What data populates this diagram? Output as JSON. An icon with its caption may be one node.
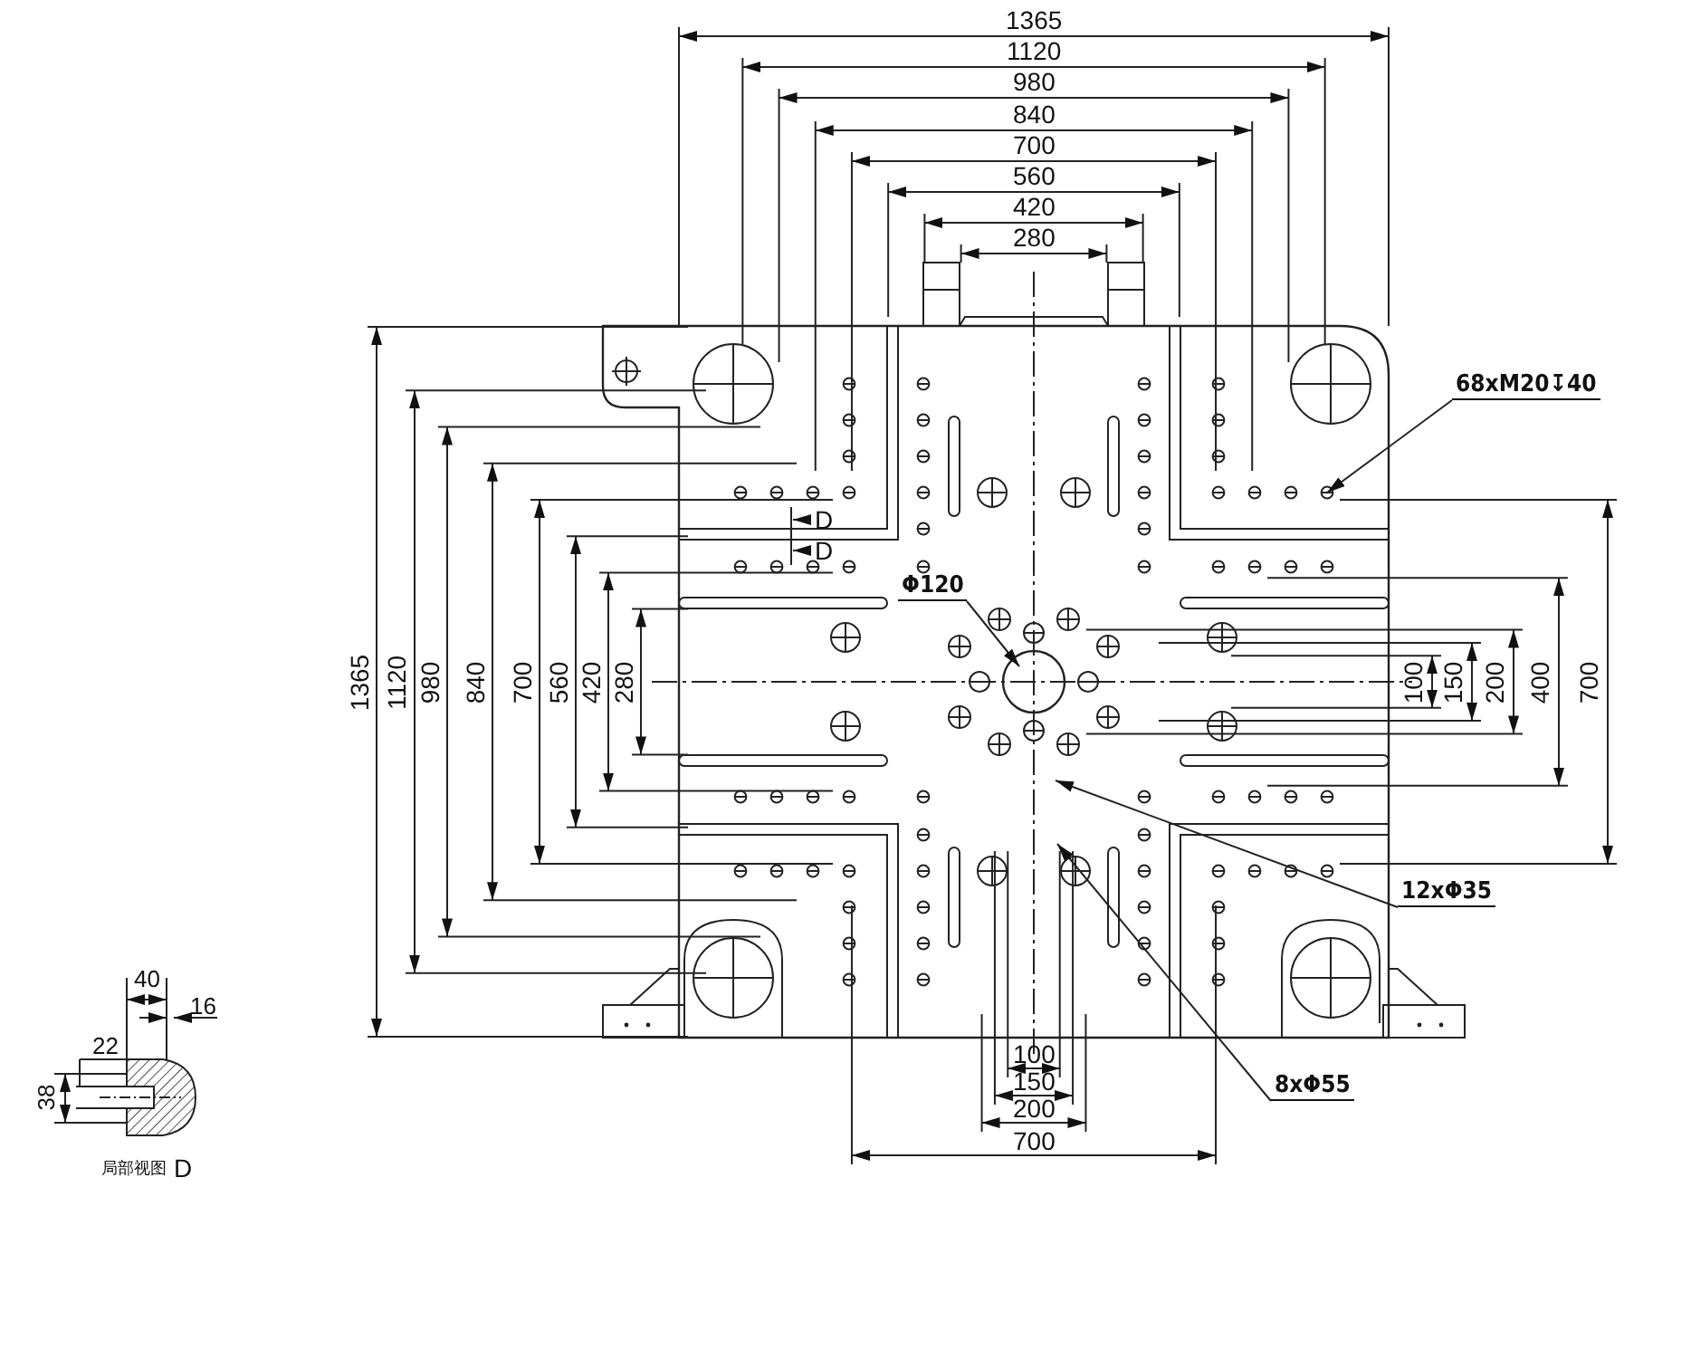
{
  "diagram": {
    "nodes": [
      {
        "text": [
          "68xM20↧40"
        ]
      },
      {
        "text": [
          "Φ120"
        ]
      },
      {
        "text": [
          "12xΦ35"
        ]
      },
      {
        "text": [
          "8xΦ55"
        ]
      }
    ],
    "edges": [
      {
        "from": 0,
        "to": null,
        "arrow": "to"
      },
      {
        "from": 1,
        "to": null,
        "arrow": "to"
      },
      {
        "from": 2,
        "to": null,
        "arrow": "to"
      },
      {
        "from": 3,
        "to": null,
        "arrow": "to"
      }
    ],
    "labels": [
      "1365",
      "1120",
      "980",
      "840",
      "700",
      "560",
      "420",
      "280",
      "1365",
      "1120",
      "980",
      "840",
      "700",
      "560",
      "420",
      "280",
      "D",
      "D",
      "100",
      "150",
      "200",
      "400",
      "700",
      "100",
      "150",
      "200",
      "700",
      "40",
      "16",
      "22",
      "38",
      "局部视图",
      "D"
    ]
  }
}
